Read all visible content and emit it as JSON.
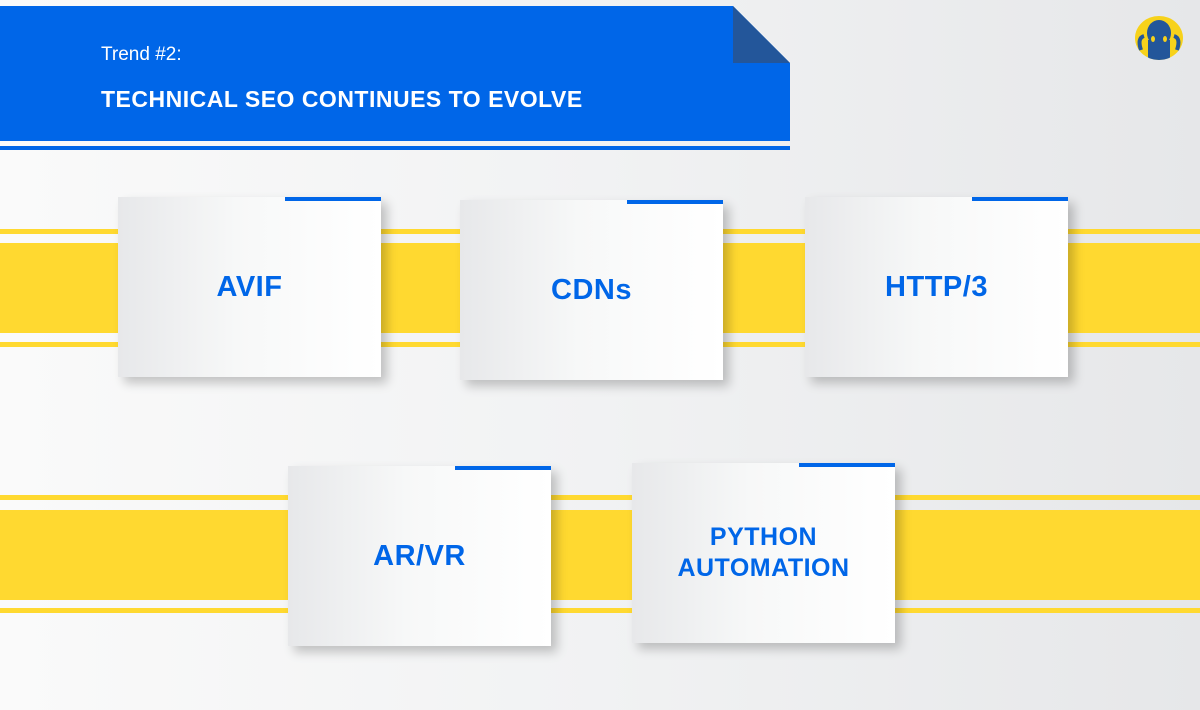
{
  "header": {
    "subtitle": "Trend #2:",
    "title": "TECHNICAL SEO CONTINUES TO EVOLVE"
  },
  "logo": {
    "icon": "octopus-logo-icon"
  },
  "colors": {
    "blue": "#0066e8",
    "yellow": "#ffd930",
    "fold": "#23569a"
  },
  "cards": [
    {
      "label": "AVIF"
    },
    {
      "label": "CDNs"
    },
    {
      "label": "HTTP/3"
    },
    {
      "label": "AR/VR"
    },
    {
      "label_line1": "PYTHON",
      "label_line2": "AUTOMATION"
    }
  ]
}
